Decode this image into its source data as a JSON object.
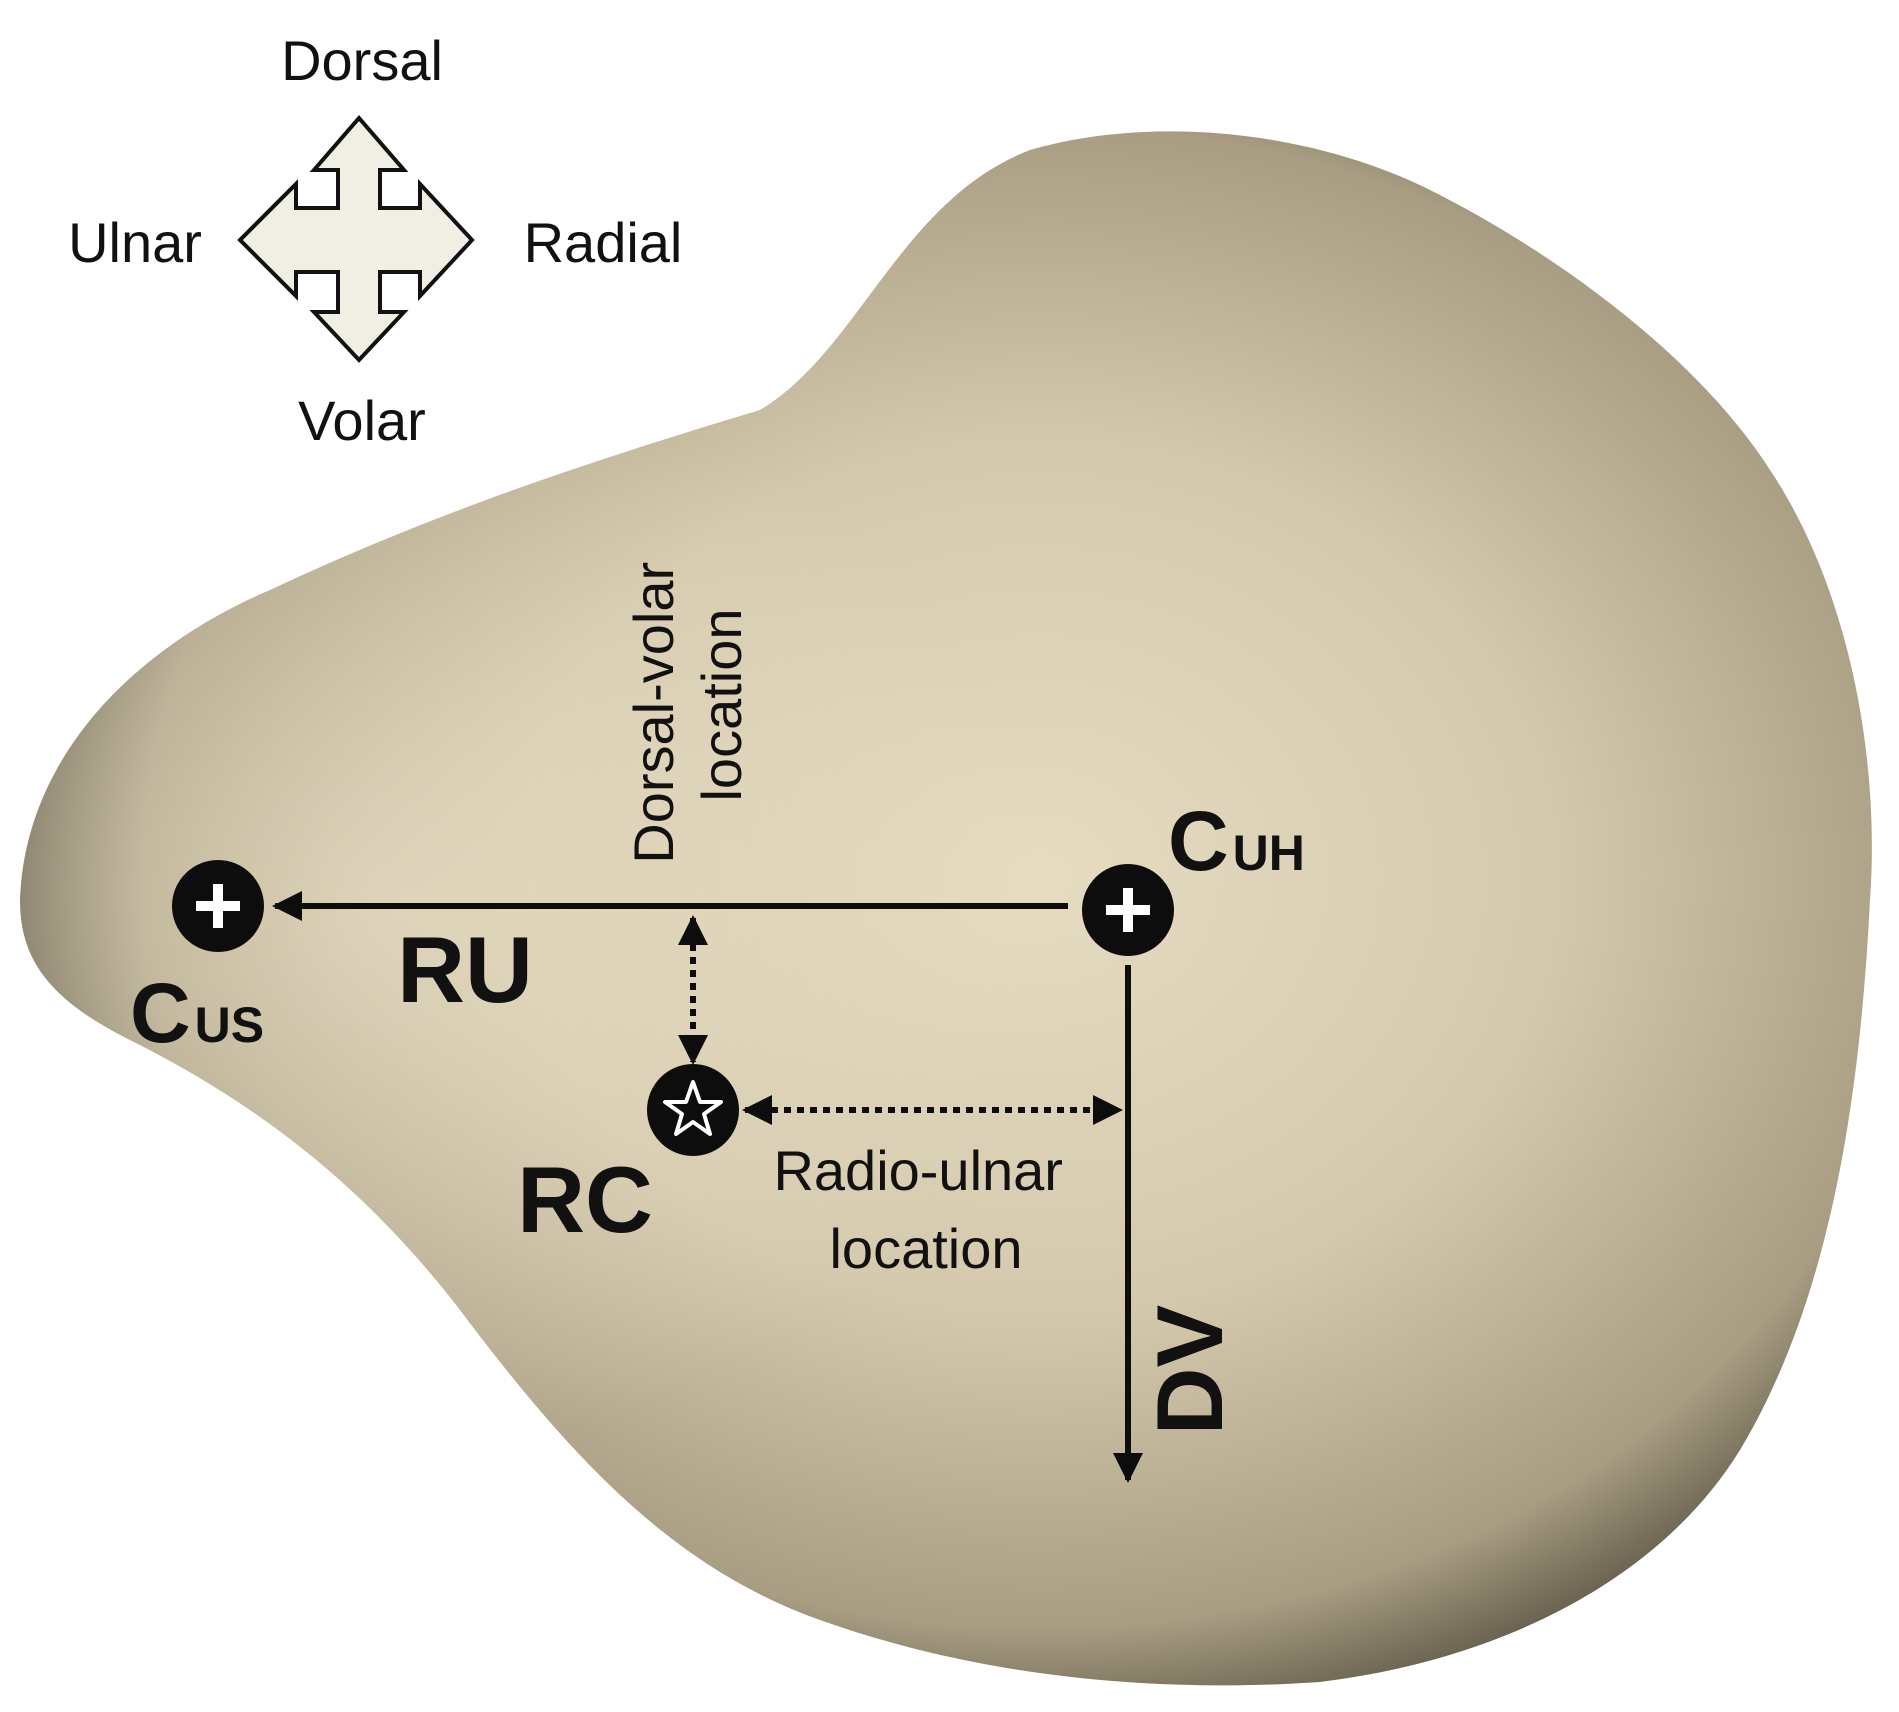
{
  "orientation": {
    "dorsal": "Dorsal",
    "volar": "Volar",
    "ulnar": "Ulnar",
    "radial": "Radial"
  },
  "points": {
    "c_us": {
      "main": "C",
      "sub": "US"
    },
    "c_uh": {
      "main": "C",
      "sub": "UH"
    },
    "rc": "RC"
  },
  "axes": {
    "ru": "RU",
    "dv": "DV"
  },
  "locations": {
    "dorsal_volar": [
      "Dorsal-volar",
      "location"
    ],
    "radio_ulnar": [
      "Radio-ulnar",
      "location"
    ]
  },
  "colors": {
    "bone_light": "#e6dcc2",
    "bone_mid": "#b9ad91",
    "bone_dark": "#2a251c",
    "marker": "#0d0d0d",
    "arrow_fill": "#f1efe4"
  },
  "icons": {
    "center_marker": "plus-circle-icon",
    "rc_marker": "star-circle-icon",
    "orientation": "four-way-arrow-icon"
  }
}
